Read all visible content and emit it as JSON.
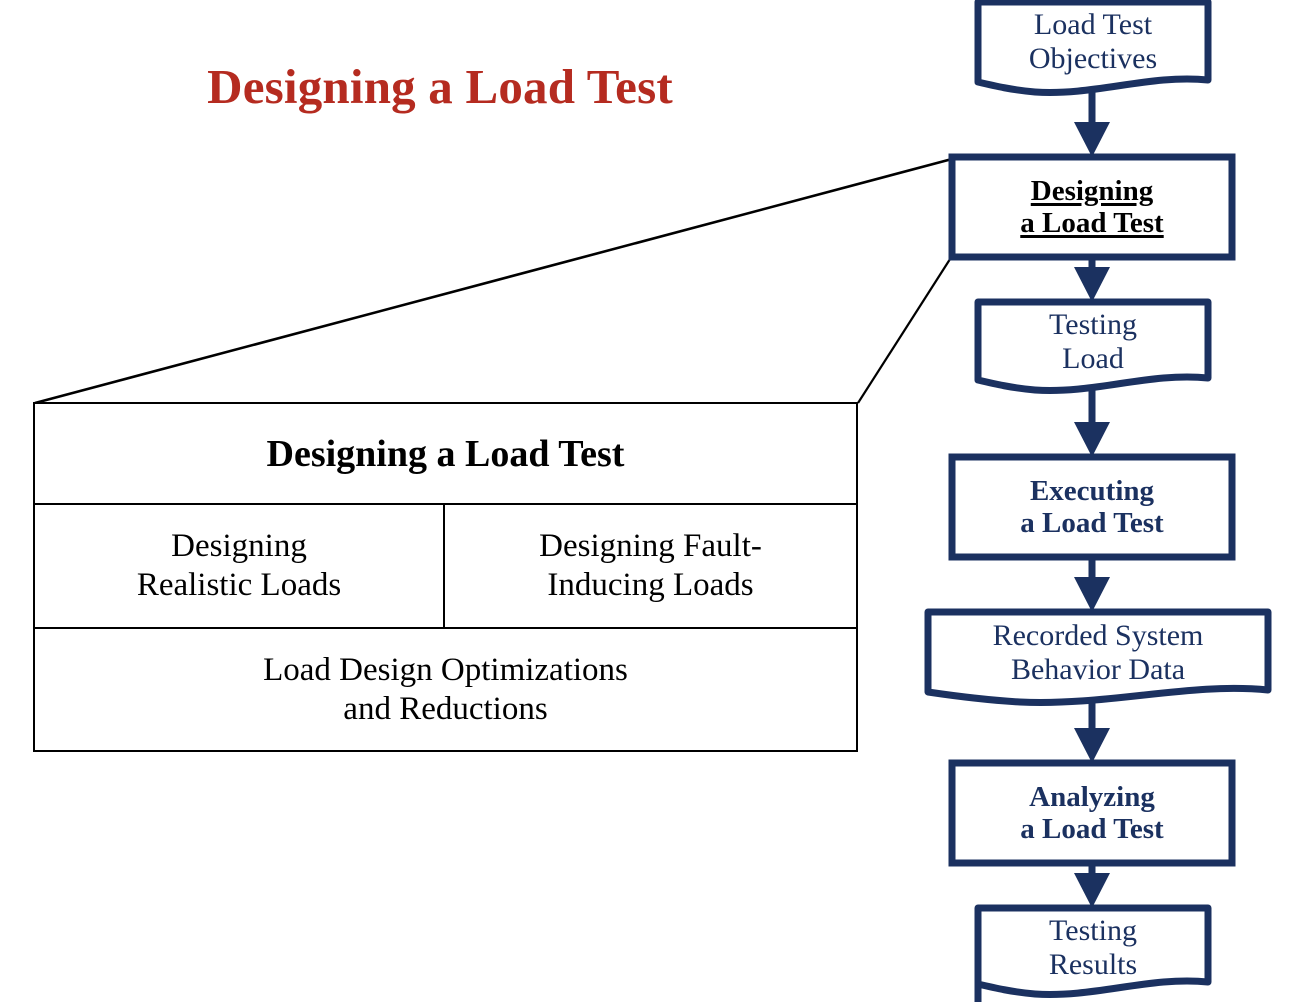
{
  "slide": {
    "title": "Designing a Load Test",
    "title_color": "#B52B20",
    "flow_color": "#1B3160",
    "detail_color": "#000000"
  },
  "flowchart": {
    "nodes": [
      {
        "id": "load-test-objectives",
        "shape": "document",
        "lines": [
          "Load Test",
          "Objectives"
        ],
        "style": "normal"
      },
      {
        "id": "designing-a-load-test",
        "shape": "process",
        "lines": [
          "Designing",
          "a Load Test"
        ],
        "style": "current-underlined"
      },
      {
        "id": "testing-load",
        "shape": "document",
        "lines": [
          "Testing",
          "Load"
        ],
        "style": "normal"
      },
      {
        "id": "executing-a-load-test",
        "shape": "process",
        "lines": [
          "Executing",
          "a Load Test"
        ],
        "style": "bold"
      },
      {
        "id": "recorded-system-behavior-data",
        "shape": "document",
        "lines": [
          "Recorded System",
          "Behavior Data"
        ],
        "style": "normal"
      },
      {
        "id": "analyzing-a-load-test",
        "shape": "process",
        "lines": [
          "Analyzing",
          "a Load Test"
        ],
        "style": "bold"
      },
      {
        "id": "testing-results",
        "shape": "document",
        "lines": [
          "Testing",
          "Results"
        ],
        "style": "normal"
      }
    ]
  },
  "detail": {
    "header": "Designing a Load Test",
    "cells": [
      {
        "id": "designing-realistic-loads",
        "lines": [
          "Designing",
          "Realistic Loads"
        ]
      },
      {
        "id": "designing-fault-inducing-loads",
        "lines": [
          "Designing Fault-",
          "Inducing Loads"
        ]
      }
    ],
    "bottom": {
      "id": "load-design-optimizations-and-reductions",
      "lines": [
        "Load Design Optimizations",
        "and Reductions"
      ]
    }
  }
}
